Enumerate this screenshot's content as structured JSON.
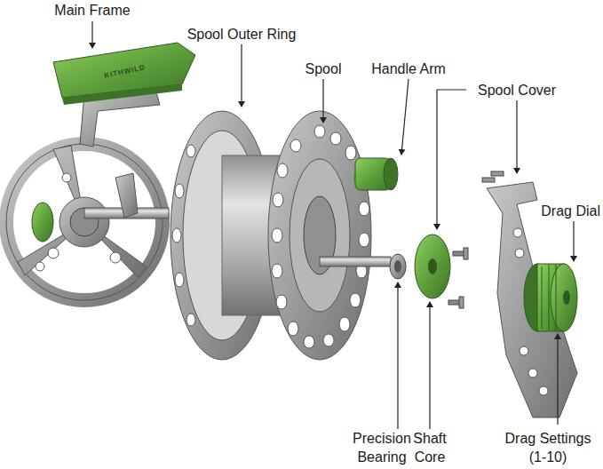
{
  "diagram": {
    "labels": [
      "Main Frame",
      "Spool Outer Ring",
      "Spool",
      "Handle Arm",
      "Spool Cover",
      "Drag Dial",
      "Precision Bearing",
      "Shaft Core",
      "Drag Settings (1-10)",
      "KITHWILD"
    ]
  }
}
